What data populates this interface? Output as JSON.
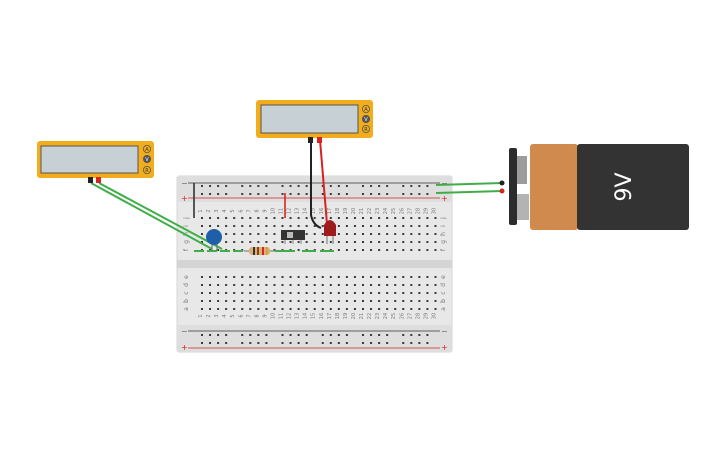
{
  "battery": {
    "label": "9V",
    "colors": {
      "body": "#333333",
      "band": "#d08a4e",
      "clip": "#2c2c2c"
    }
  },
  "multimeters": [
    {
      "id": "left",
      "modes": [
        "A",
        "V",
        "R"
      ],
      "active_mode": "V"
    },
    {
      "id": "top",
      "modes": [
        "A",
        "V",
        "R"
      ],
      "active_mode": "V"
    }
  ],
  "breadboard": {
    "column_numbers": [
      "1",
      "2",
      "3",
      "4",
      "5",
      "6",
      "7",
      "8",
      "9",
      "10",
      "11",
      "12",
      "13",
      "14",
      "15",
      "16",
      "17",
      "18",
      "19",
      "20",
      "21",
      "22",
      "23",
      "24",
      "25",
      "26",
      "27",
      "28",
      "29",
      "30"
    ],
    "row_letters_top": [
      "j",
      "i",
      "h",
      "g",
      "f"
    ],
    "row_letters_bottom": [
      "e",
      "d",
      "c",
      "b",
      "a"
    ],
    "rail_minus": "−",
    "rail_plus": "+"
  },
  "components": {
    "led": {
      "color": "#a01c1c"
    },
    "capacitor": {
      "color": "#1f5fa8"
    },
    "resistor": {
      "color": "#d8b27a"
    },
    "switch": {
      "color": "#333333"
    }
  },
  "colors": {
    "wire_green": "#3fae49",
    "wire_red": "#d62424",
    "wire_black": "#222222",
    "meter_frame": "#f2ad1d",
    "meter_screen": "#c7d0d5",
    "board": "#e6e6e6"
  }
}
